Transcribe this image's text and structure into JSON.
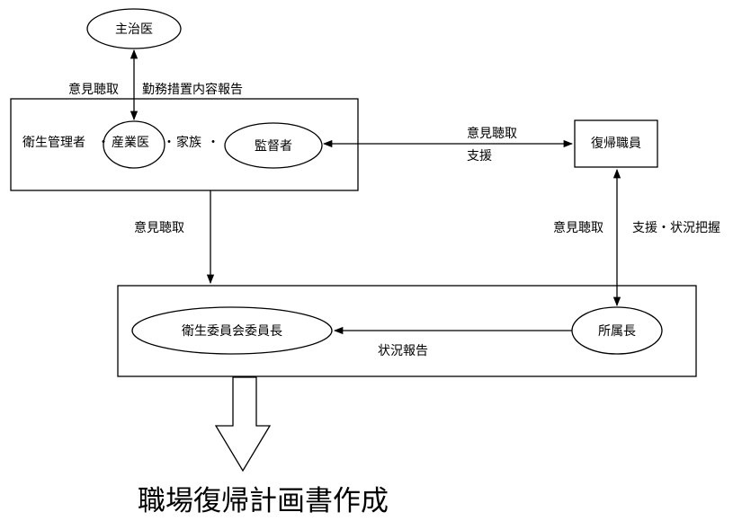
{
  "nodes": {
    "attending_physician": "主治医",
    "staff_group_part1": "衛生管理者",
    "staff_group_part2": "産業医",
    "staff_group_part3": "家族",
    "supervisor": "監督者",
    "returning_employee": "復帰職員",
    "committee_chair": "衛生委員会委員長",
    "department_head": "所属長"
  },
  "separators": {
    "dot": "・"
  },
  "edge_labels": {
    "opinion_hearing_top": "意見聴取",
    "work_measures_report": "勤務措置内容報告",
    "opinion_hearing_right": "意見聴取",
    "support": "支援",
    "opinion_hearing_left": "意見聴取",
    "opinion_hearing_employee": "意見聴取",
    "support_status": "支援・状況把握",
    "status_report": "状況報告"
  },
  "output": {
    "title": "職場復帰計画書作成"
  }
}
